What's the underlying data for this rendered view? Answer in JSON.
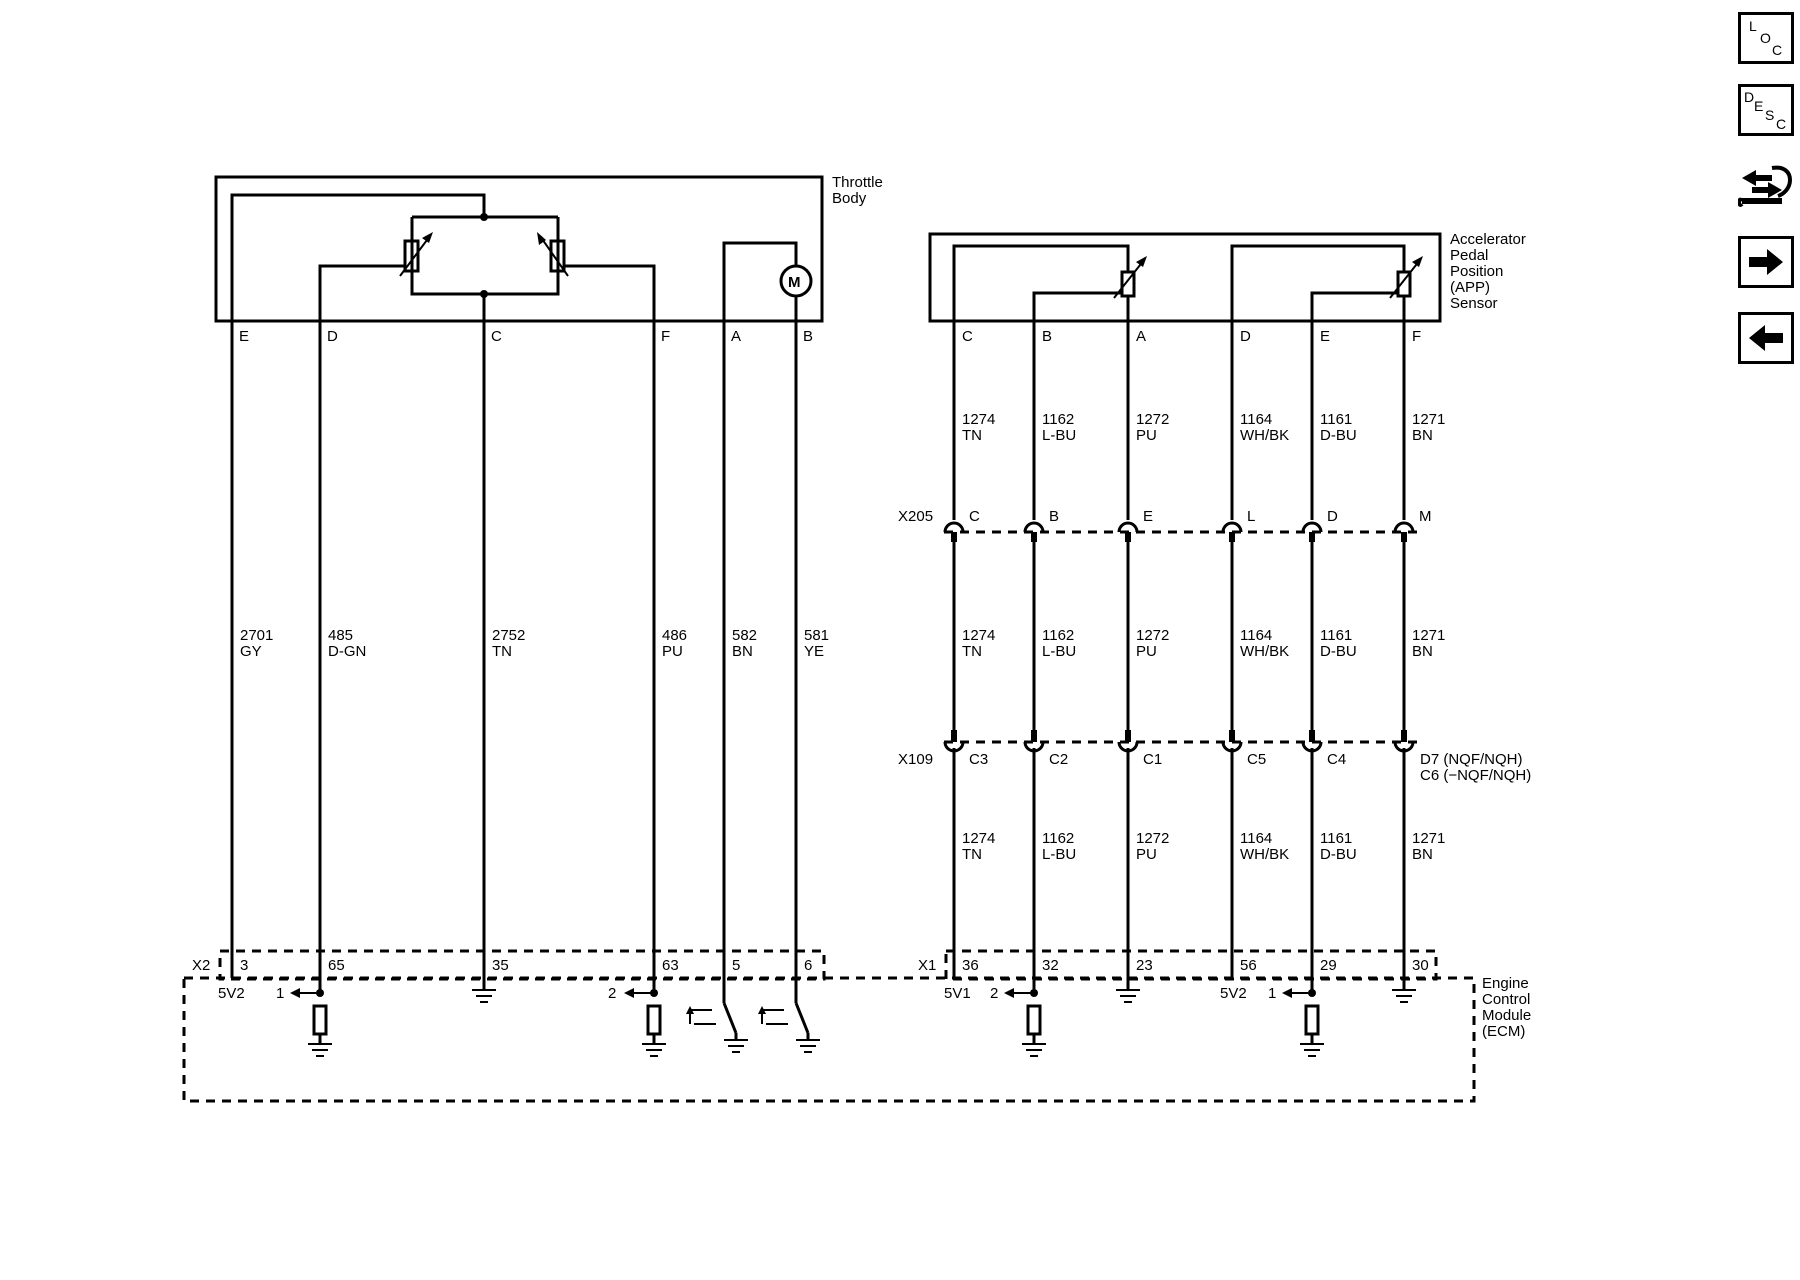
{
  "components": {
    "throttle_body": [
      "Throttle",
      "Body"
    ],
    "app_sensor": [
      "Accelerator",
      "Pedal",
      "Position",
      "(APP)",
      "Sensor"
    ],
    "ecm": [
      "Engine",
      "Control",
      "Module",
      "(ECM)"
    ],
    "motor_symbol": "M"
  },
  "throttle_body_circuits": [
    {
      "pin": "E",
      "circuit": "2701",
      "color": "GY",
      "ecm_pin": "3"
    },
    {
      "pin": "D",
      "circuit": "485",
      "color": "D-GN",
      "ecm_pin": "65"
    },
    {
      "pin": "C",
      "circuit": "2752",
      "color": "TN",
      "ecm_pin": "35"
    },
    {
      "pin": "F",
      "circuit": "486",
      "color": "PU",
      "ecm_pin": "63"
    },
    {
      "pin": "A",
      "circuit": "582",
      "color": "BN",
      "ecm_pin": "5"
    },
    {
      "pin": "B",
      "circuit": "581",
      "color": "YE",
      "ecm_pin": "6"
    }
  ],
  "app_circuits": [
    {
      "pin": "C",
      "circuit": "1274",
      "color": "TN",
      "x205": "C",
      "x109": "C3",
      "ecm_pin": "36"
    },
    {
      "pin": "B",
      "circuit": "1162",
      "color": "L-BU",
      "x205": "B",
      "x109": "C2",
      "ecm_pin": "32"
    },
    {
      "pin": "A",
      "circuit": "1272",
      "color": "PU",
      "x205": "E",
      "x109": "C1",
      "ecm_pin": "23"
    },
    {
      "pin": "D",
      "circuit": "1164",
      "color": "WH/BK",
      "x205": "L",
      "x109": "C5",
      "ecm_pin": "56"
    },
    {
      "pin": "E",
      "circuit": "1161",
      "color": "D-BU",
      "x205": "D",
      "x109": "C4",
      "ecm_pin": "29"
    },
    {
      "pin": "F",
      "circuit": "1271",
      "color": "BN",
      "x205": "M",
      "x109": "D7 (NQF/NQH)",
      "ecm_pin": "30"
    }
  ],
  "connectors": {
    "x205": "X205",
    "x109": "X109",
    "x109_note": "C6 (−NQF/NQH)",
    "x2": "X2",
    "x1": "X1"
  },
  "ecm_labels": {
    "ref_5v2_left": "5V2",
    "ref_5v1": "5V1",
    "ref_5v2_right": "5V2",
    "sig_1": "1",
    "sig_2": "2",
    "sig_2b": "2",
    "sig_1b": "1"
  },
  "nav": {
    "loc_icon": "location-icon",
    "desc_icon": "description-icon",
    "connector_icon": "connector-wrench-icon",
    "next_icon": "arrow-right-icon",
    "prev_icon": "arrow-left-icon",
    "loc": [
      "L",
      "O",
      "C"
    ],
    "desc": [
      "D",
      "E",
      "S",
      "C"
    ]
  }
}
